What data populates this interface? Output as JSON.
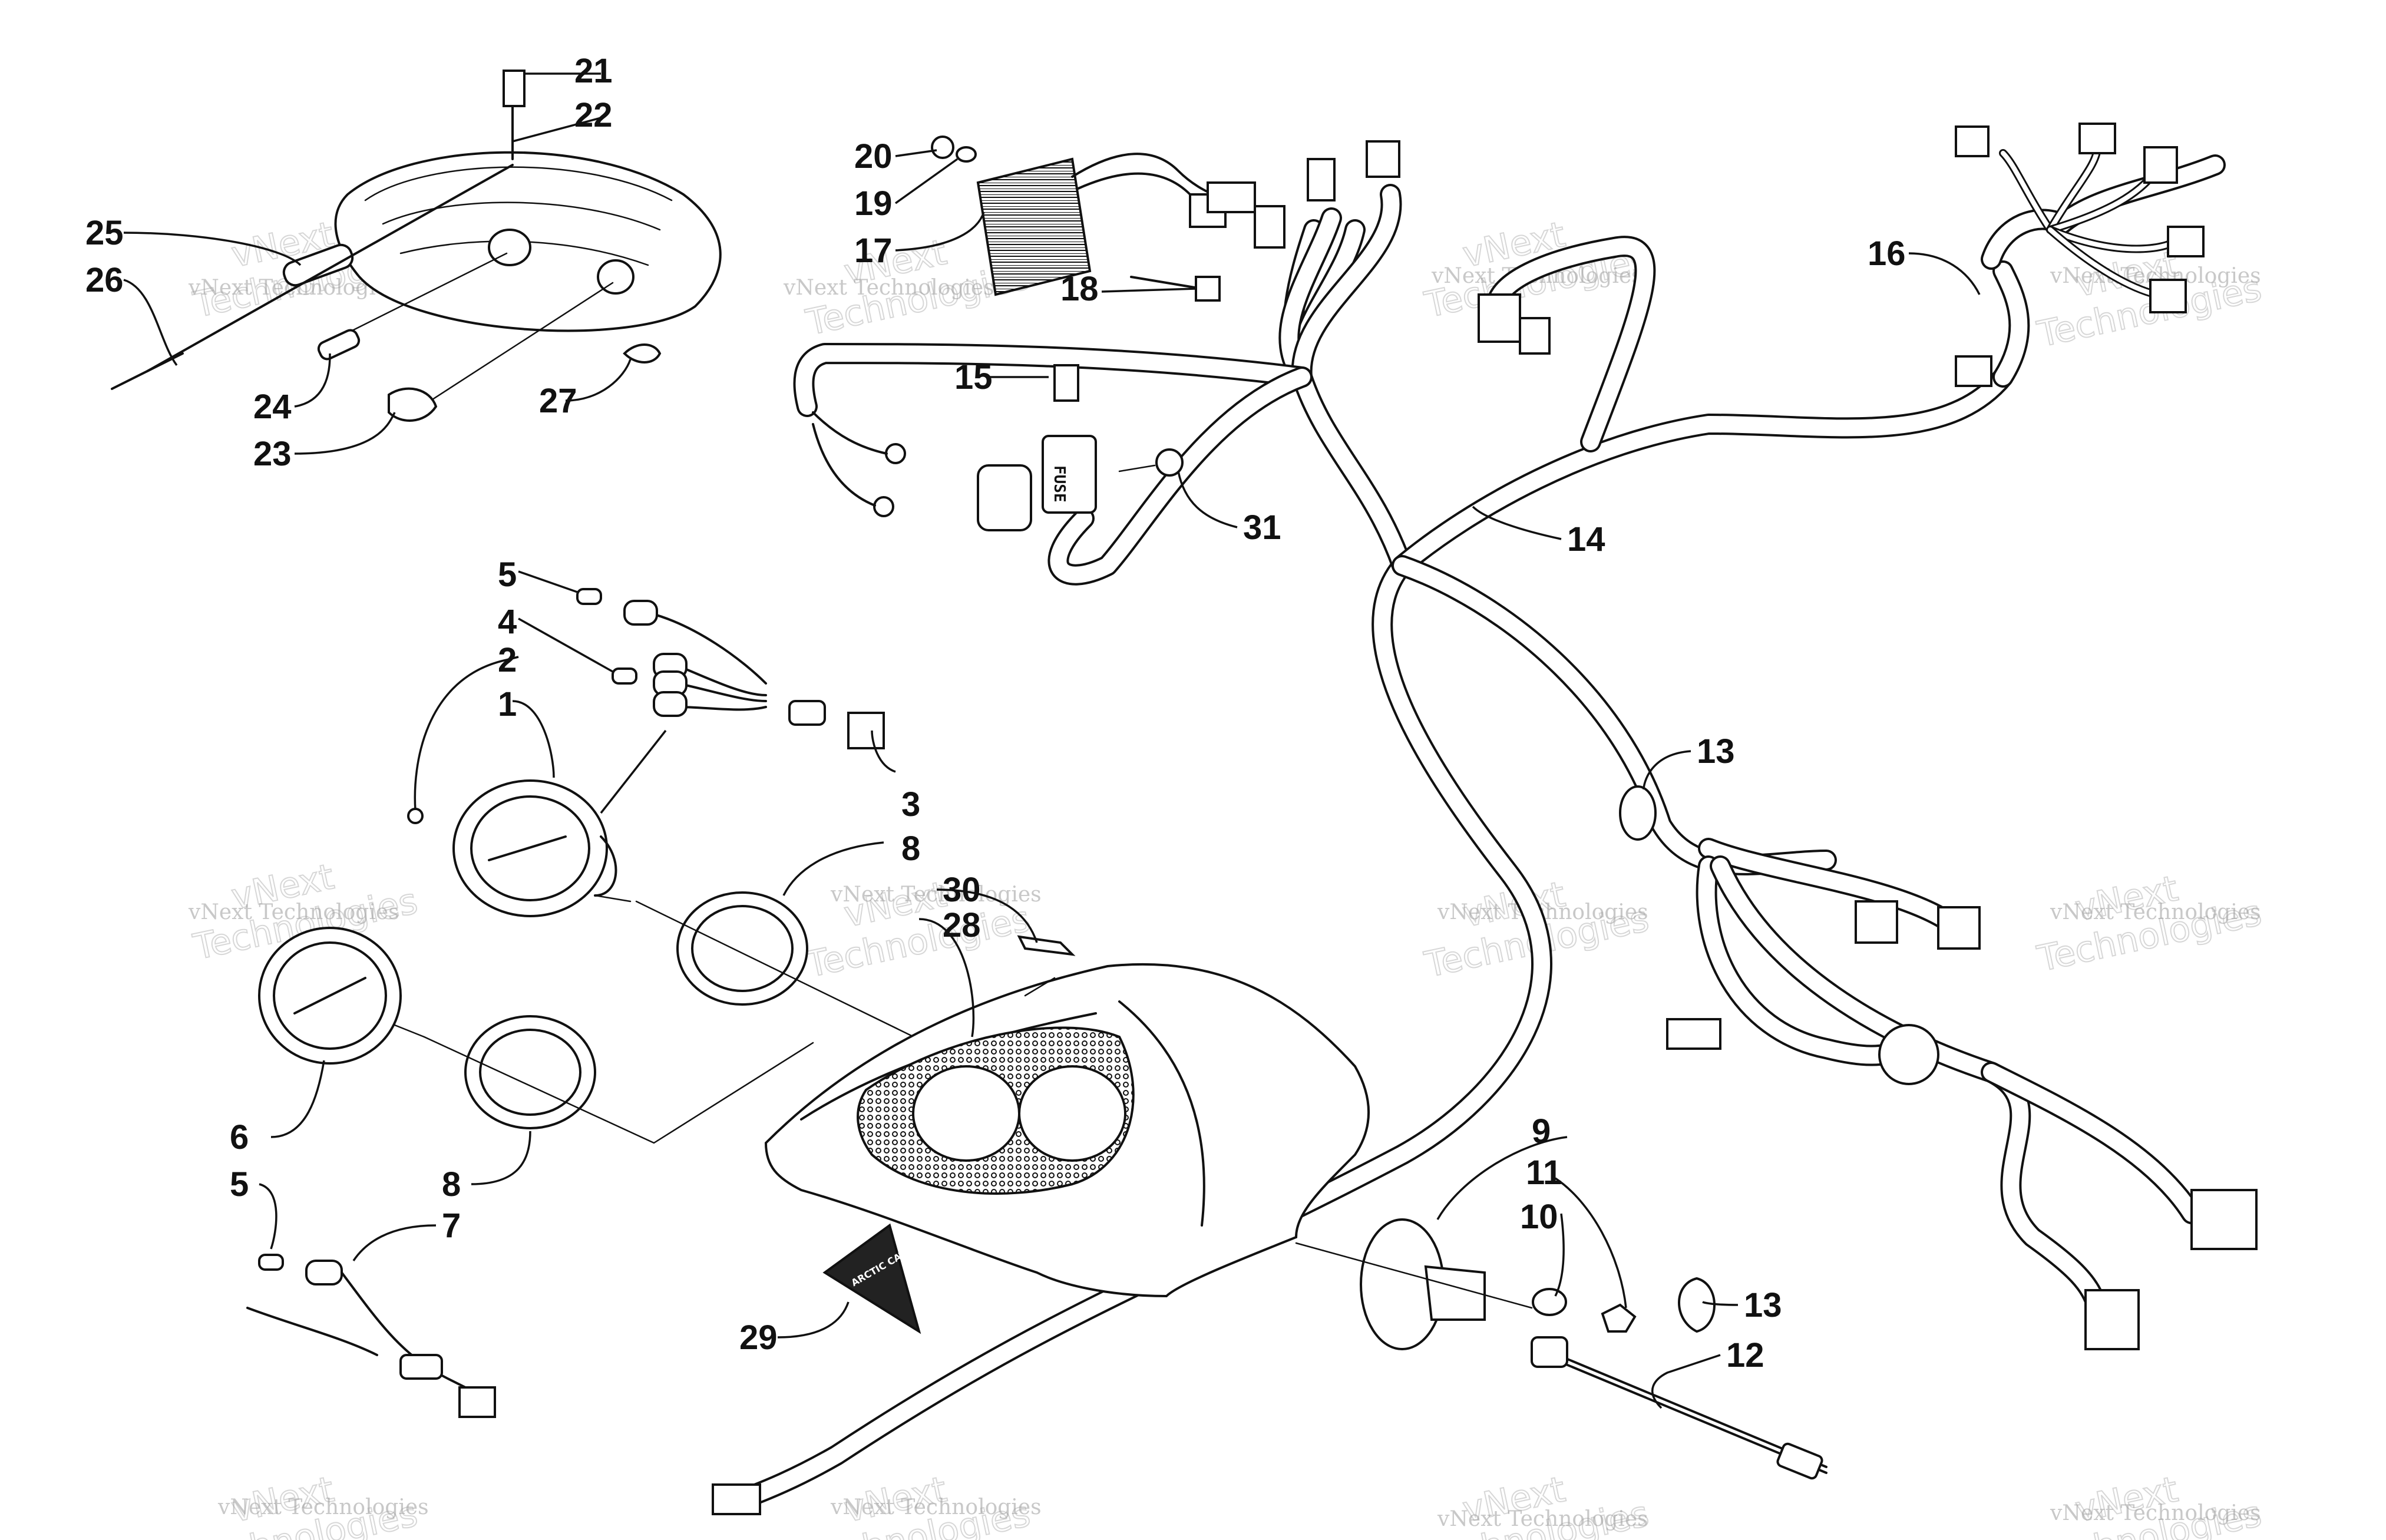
{
  "diagram": {
    "callouts": [
      {
        "id": "c1",
        "label": "1"
      },
      {
        "id": "c2",
        "label": "2"
      },
      {
        "id": "c3",
        "label": "3"
      },
      {
        "id": "c4",
        "label": "4"
      },
      {
        "id": "c5a",
        "label": "5"
      },
      {
        "id": "c5b",
        "label": "5"
      },
      {
        "id": "c6",
        "label": "6"
      },
      {
        "id": "c7",
        "label": "7"
      },
      {
        "id": "c8a",
        "label": "8"
      },
      {
        "id": "c8b",
        "label": "8"
      },
      {
        "id": "c9",
        "label": "9"
      },
      {
        "id": "c10",
        "label": "10"
      },
      {
        "id": "c11",
        "label": "11"
      },
      {
        "id": "c12",
        "label": "12"
      },
      {
        "id": "c13a",
        "label": "13"
      },
      {
        "id": "c13b",
        "label": "13"
      },
      {
        "id": "c14",
        "label": "14"
      },
      {
        "id": "c15",
        "label": "15"
      },
      {
        "id": "c16",
        "label": "16"
      },
      {
        "id": "c17",
        "label": "17"
      },
      {
        "id": "c18",
        "label": "18"
      },
      {
        "id": "c19",
        "label": "19"
      },
      {
        "id": "c20",
        "label": "20"
      },
      {
        "id": "c21",
        "label": "21"
      },
      {
        "id": "c22",
        "label": "22"
      },
      {
        "id": "c23",
        "label": "23"
      },
      {
        "id": "c24",
        "label": "24"
      },
      {
        "id": "c25",
        "label": "25"
      },
      {
        "id": "c26",
        "label": "26"
      },
      {
        "id": "c27",
        "label": "27"
      },
      {
        "id": "c28",
        "label": "28"
      },
      {
        "id": "c29",
        "label": "29"
      },
      {
        "id": "c30",
        "label": "30"
      },
      {
        "id": "c31",
        "label": "31"
      }
    ],
    "fuse_label": "FUSE",
    "decal_text": "ARCTIC CAT"
  },
  "watermark": {
    "line1": "vNext Technologies",
    "line2": "Technologies",
    "script": "vNext"
  }
}
